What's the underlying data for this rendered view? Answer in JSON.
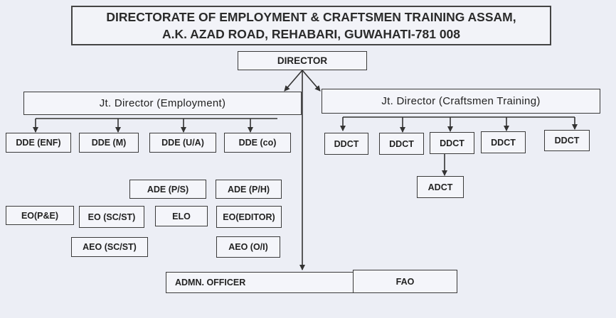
{
  "header": {
    "line1": "DIRECTORATE OF EMPLOYMENT & CRAFTSMEN TRAINING ASSAM,",
    "line2": "A.K. AZAD ROAD, REHABARI, GUWAHATI-781 008"
  },
  "nodes": {
    "director": "DIRECTOR",
    "jd_employment": "Jt. Director (Employment)",
    "jd_craftsmen": "Jt. Director (Craftsmen Training)",
    "dde_enf": "DDE (ENF)",
    "dde_m": "DDE (M)",
    "dde_ua": "DDE (U/A)",
    "dde_co": "DDE (co)",
    "ddct_1": "DDCT",
    "ddct_2": "DDCT",
    "ddct_3": "DDCT",
    "ddct_4": "DDCT",
    "ddct_5": "DDCT",
    "adct": "ADCT",
    "ade_ps": "ADE (P/S)",
    "ade_ph": "ADE (P/H)",
    "eo_pe": "EO(P&E)",
    "eo_scst": "EO (SC/ST)",
    "elo": "ELO",
    "eo_editor": "EO(EDITOR)",
    "aeo_scst": "AEO (SC/ST)",
    "aeo_oi": "AEO (O/I)",
    "admn_officer": "ADMN. OFFICER",
    "fao": "FAO"
  }
}
